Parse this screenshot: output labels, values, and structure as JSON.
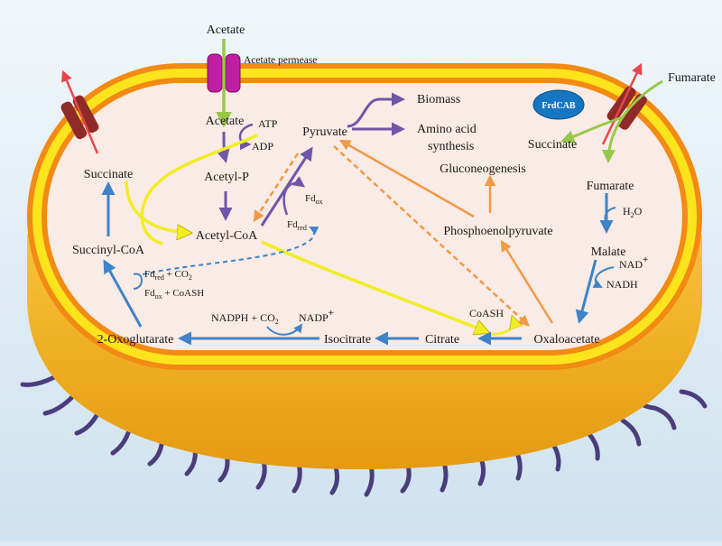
{
  "colors": {
    "background": "#dcebf5",
    "cytoplasm": "#f9ebe5",
    "outer_membrane": "#f28a14",
    "membrane_yellow": "#fde41c",
    "cell_bottom": "#f5b023",
    "blue_pathway": "#3f83c8",
    "purple_pathway": "#6f57a8",
    "orange_pathway": "#f29a45",
    "yellow_pathway": "#f2ee23",
    "green_arrow": "#97c84a",
    "transporter": "#8e2a28",
    "permease": "#c01fa2",
    "flagella": "#4b3d7c"
  },
  "icons": {
    "permease": "permease-icon",
    "transporter": "transporter-icon",
    "frdcab": "enzyme-blob-icon"
  },
  "labels": {
    "acetate_top": "Acetate",
    "acetate_permease": "Acetate permease",
    "acetate_in": "Acetate",
    "atp": "ATP",
    "adp": "ADP",
    "acetyl_p": "Acetyl-P",
    "acetyl_coa": "Acetyl-CoA",
    "pyruvate": "Pyruvate",
    "biomass": "Biomass",
    "amino_acid_line1": "Amino acid",
    "amino_acid_line2": "synthesis",
    "gluconeogenesis": "Gluconeogenesis",
    "phosphoenolpyruvate": "Phosphoenolpyruvate",
    "fd_ox_top": "Fd",
    "fd_ox_top_sub": "ox",
    "fd_red_top": "Fd",
    "fd_red_top_sub": "red",
    "succinate_left": "Succinate",
    "succinyl_coa": "Succinyl-CoA",
    "fd_red_co2_a": "Fd",
    "fd_red_co2_sub": "red",
    "fd_red_co2_b": " + CO",
    "fd_red_co2_sub2": "2",
    "fd_ox_coash_a": "Fd",
    "fd_ox_coash_sub": "ox",
    "fd_ox_coash_b": " + CoASH",
    "two_oxoglutarate": "2-Oxoglutarate",
    "nadph_co2_a": "NADPH + CO",
    "nadph_co2_sub": "2",
    "nadp": "NADP",
    "nadp_sup": "+",
    "isocitrate": "Isocitrate",
    "citrate": "Citrate",
    "coash": "CoASH",
    "oxaloacetate": "Oxaloacetate",
    "malate": "Malate",
    "nad": "NAD",
    "nad_sup": "+",
    "nadh": "NADH",
    "h2o_a": "H",
    "h2o_sub": "2",
    "h2o_b": "O",
    "fumarate_in": "Fumarate",
    "succinate_right": "Succinate",
    "fumarate_out": "Fumarate",
    "frdcab": "FrdCAB"
  }
}
